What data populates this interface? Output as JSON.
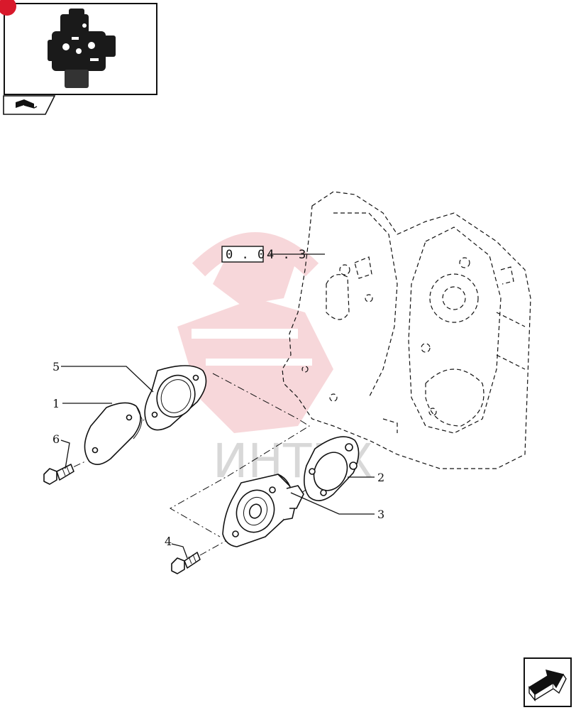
{
  "colors": {
    "accent": "#d8192b",
    "watermark": "#f2b8bc",
    "watermark_text": "#cfcfcf"
  },
  "thumbnail": {
    "icon": "engine-assembly-thumbnail",
    "tab_icon": "parts-catalog-book-icon"
  },
  "reference": {
    "boxed": "0 . 0",
    "rest": "4 . 3"
  },
  "callouts": [
    {
      "id": "1",
      "label": "1"
    },
    {
      "id": "2",
      "label": "2"
    },
    {
      "id": "3",
      "label": "3"
    },
    {
      "id": "4",
      "label": "4"
    },
    {
      "id": "5",
      "label": "5"
    },
    {
      "id": "6",
      "label": "6"
    }
  ],
  "watermark": {
    "text": "ИНТЕХ"
  },
  "nav": {
    "icon": "next-page-arrow-icon"
  }
}
